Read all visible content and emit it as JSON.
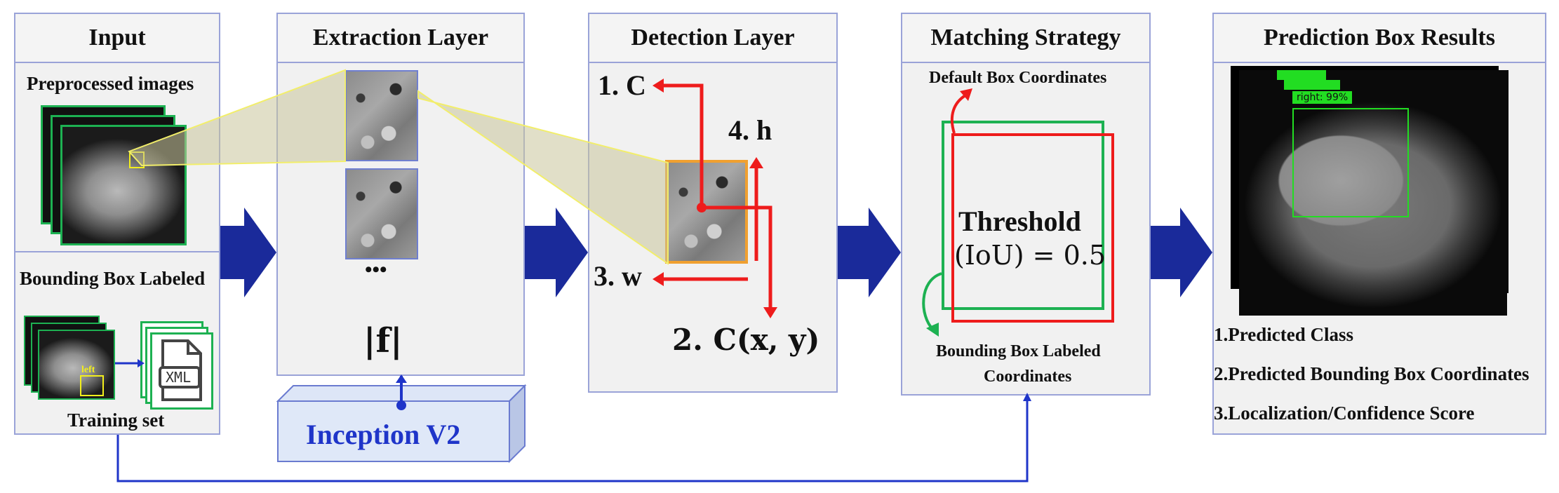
{
  "panels": {
    "input": {
      "title": "Input",
      "preprocessed": "Preprocessed images",
      "bbox_labeled": "Bounding Box Labeled",
      "left_tag": "left",
      "xml_label": "XML",
      "training_set": "Training set"
    },
    "extraction": {
      "title": "Extraction Layer",
      "ellipsis": "•••",
      "f_label": "|f|",
      "inception": "Inception V2"
    },
    "detection": {
      "title": "Detection Layer",
      "c_label": "1. C",
      "h_label": "4.  h",
      "w_label": "3.  w",
      "cxy_label": "2.  C(x, y)"
    },
    "matching": {
      "title": "Matching Strategy",
      "default_box": "Default Box Coordinates",
      "threshold": "Threshold",
      "iou": "(IoU) = 0.5",
      "bbox_coords_1": "Bounding Box Labeled",
      "bbox_coords_2": "Coordinates"
    },
    "prediction": {
      "title": "Prediction Box Results",
      "tag_3": "right: 99%",
      "result_1": "1.Predicted Class",
      "result_2": "2.Predicted Bounding Box Coordinates",
      "result_3": "3.Localization/Confidence Score"
    }
  },
  "colors": {
    "panel_border": "#9aa3d8",
    "arrow_blue": "#1a2a9a",
    "highlight_yellow": "#f2ee6a",
    "red": "#ee1c1c",
    "green": "#1db152",
    "link_blue": "#1f35c9"
  }
}
